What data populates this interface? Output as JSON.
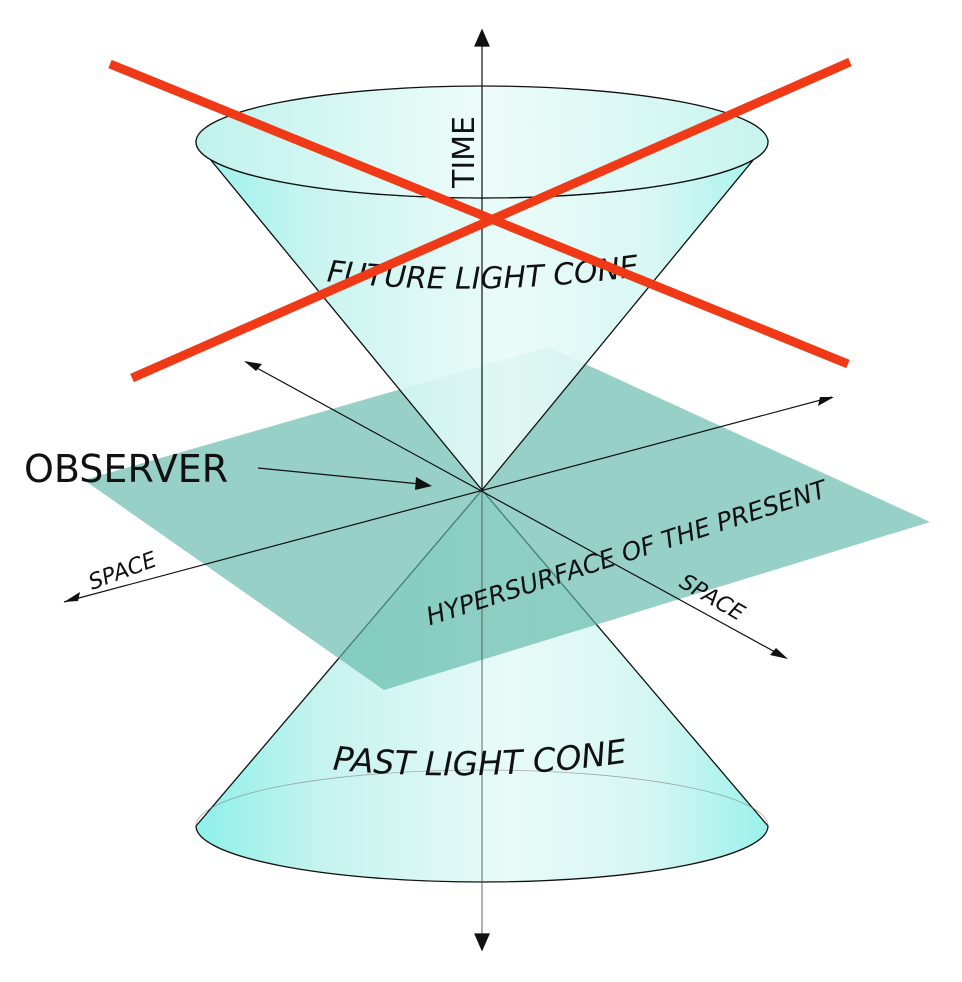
{
  "labels": {
    "time": "TIME",
    "future_light_cone": "FUTURE LIGHT CONE",
    "observer": "OBSERVER",
    "space_left": "SPACE",
    "space_right": "SPACE",
    "hypersurface": "HYPERSURFACE OF THE PRESENT",
    "past_light_cone": "PAST LIGHT CONE"
  },
  "colors": {
    "cone_fill": "#c9f2ec",
    "cone_edge_cyan": "#7deee6",
    "hypersurface_fill": "#5fb8a9",
    "cross_out": "#f03a17",
    "line": "#111111"
  },
  "icons": {
    "cross_out": "red-x-mark"
  }
}
